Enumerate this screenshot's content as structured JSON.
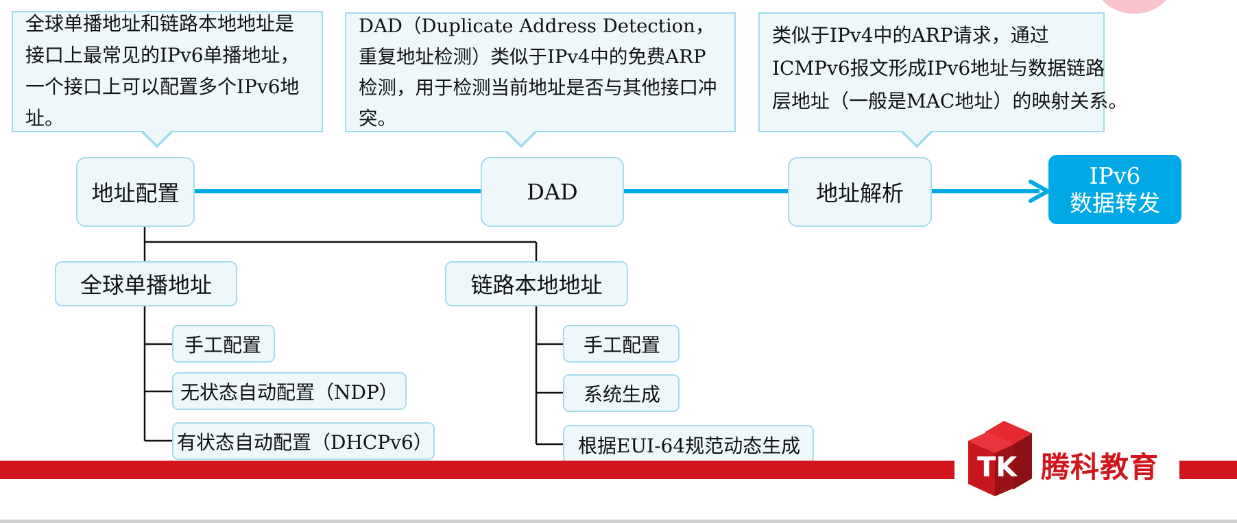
{
  "callouts": [
    {
      "lines": [
        "全球单播地址和链路本地地址是",
        "接口上最常见的IPv6单播地址，",
        "一个接口上可以配置多个IPv6地",
        "址。"
      ]
    },
    {
      "lines": [
        "DAD（Duplicate Address Detection，",
        "重复地址检测）类似于IPv4中的免费ARP",
        "检测，用于检测当前地址是否与其他接口冲",
        "突。"
      ]
    },
    {
      "lines": [
        "类似于IPv4中的ARP请求，通过",
        "ICMPv6报文形成IPv6地址与数据链路",
        "层地址（一般是MAC地址）的映射关系。"
      ]
    }
  ],
  "flow": {
    "address_config": "地址配置",
    "dad": "DAD",
    "address_resolution": "地址解析",
    "final": {
      "line1": "IPv6",
      "line2": "数据转发"
    }
  },
  "branches": {
    "global": {
      "label": "全球单播地址",
      "items": [
        "手工配置",
        "无状态自动配置（NDP）",
        "有状态自动配置（DHCPv6）"
      ]
    },
    "link_local": {
      "label": "链路本地地址",
      "items": [
        "手工配置",
        "系统生成",
        "根据EUI-64规范动态生成"
      ]
    }
  },
  "brand": {
    "name": "腾科教育",
    "logo_letters": "TK"
  },
  "colors": {
    "accent": "#00a9e6",
    "box_fill": "#eef8fb",
    "box_border": "#a5dcec",
    "brand_red": "#d0161c"
  }
}
